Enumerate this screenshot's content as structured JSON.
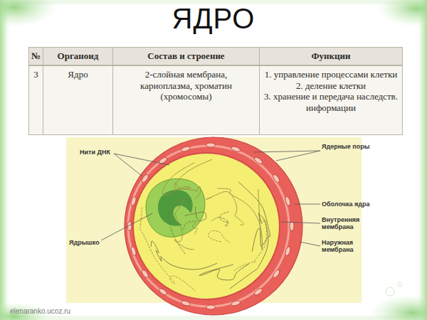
{
  "diagram": {
    "title": "ЯДРО",
    "labels": [
      "№",
      "Органоид",
      "Состав и строение",
      "Функции",
      "3",
      "Ядро",
      "2-слойная мембрана, кариоплазма, хроматин (хромосомы)",
      "1. управление процессами клетки",
      "2. деление клетки",
      "3. хранение и передача наследств. информации",
      "Нити ДНК",
      "Ядерные поры",
      "Ядрышко",
      "Оболочка ядра",
      "Внутренняя мембрана",
      "Наружная мембрана",
      "elenaranko.ucoz.ru"
    ]
  }
}
